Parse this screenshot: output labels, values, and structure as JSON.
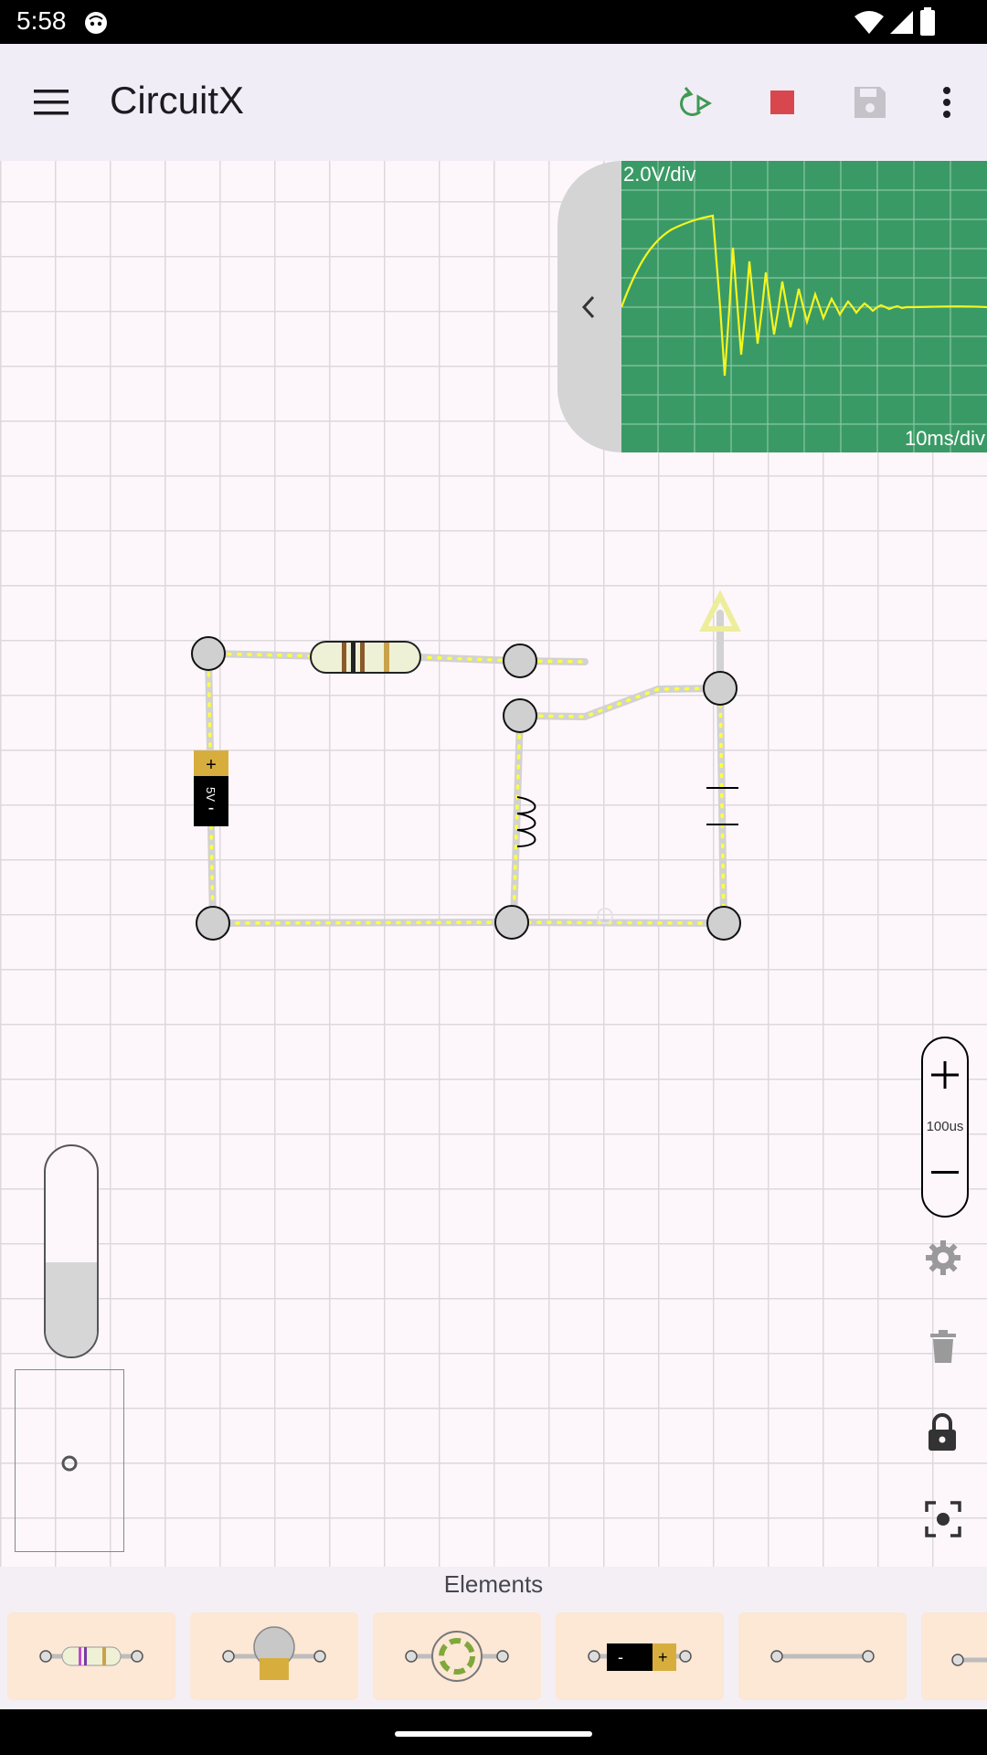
{
  "status": {
    "time": "5:58"
  },
  "app": {
    "title": "CircuitX"
  },
  "toolbar": {
    "menu_icon": "hamburger-menu-icon",
    "restart_icon": "replay-icon",
    "stop_icon": "stop-icon",
    "save_icon": "save-icon",
    "more_icon": "more-vertical-icon"
  },
  "oscilloscope": {
    "volts_per_div": "2.0V/div",
    "time_per_div": "10ms/div"
  },
  "circuit": {
    "battery_label": "5V",
    "battery_plus": "+",
    "battery_minus": "-"
  },
  "zoom": {
    "step_label": "100us"
  },
  "speed_slider": {
    "level": 0.45
  },
  "elements": {
    "title": "Elements",
    "items": [
      "resistor",
      "lamp",
      "ac-source",
      "battery",
      "wire",
      "more"
    ],
    "battery_minus": "-",
    "battery_plus": "+"
  },
  "colors": {
    "accent_green": "#3a9a66",
    "wire_current": "#ffff3c",
    "stop_red": "#d9474e",
    "play_green": "#3f9a52",
    "element_card": "#fde7d5"
  }
}
